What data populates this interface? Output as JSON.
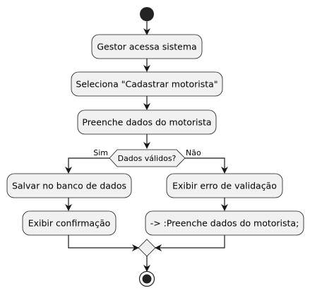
{
  "diagram": {
    "type": "activity",
    "colors": {
      "node_fill": "#f1f1f1",
      "stroke": "#181818",
      "start_end": "#222222",
      "background": "#ffffff"
    },
    "activities": {
      "a1": "Gestor acessa sistema",
      "a2": "Seleciona \"Cadastrar motorista\"",
      "a3": "Preenche dados do motorista",
      "yes1": "Salvar no banco de dados",
      "yes2": "Exibir confirmação",
      "no1": "Exibir erro de validação",
      "no2": "-> :Preenche dados do motorista;"
    },
    "decision": {
      "question": "Dados válidos?",
      "yes_label": "Sim",
      "no_label": "Não"
    }
  }
}
